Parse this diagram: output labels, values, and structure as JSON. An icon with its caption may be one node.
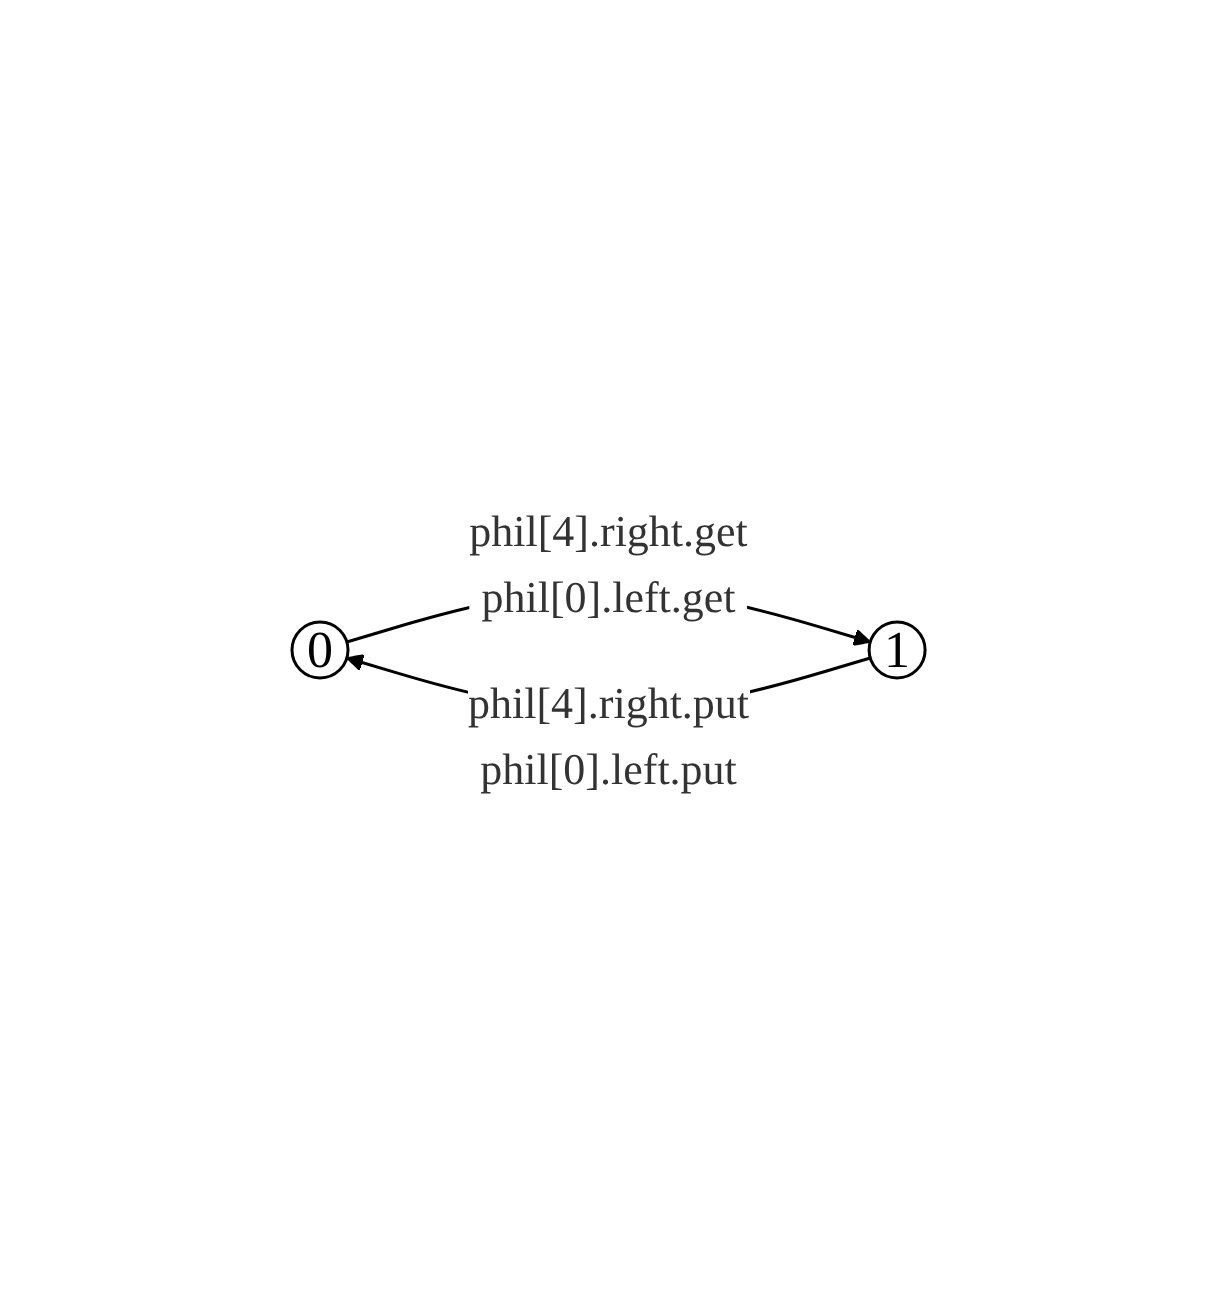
{
  "diagram": {
    "nodes": [
      {
        "text": [
          "0"
        ]
      },
      {
        "text": [
          "1"
        ]
      }
    ],
    "edges": [
      {
        "from": 0,
        "to": 1,
        "arrow": "to",
        "label": "phil[4].right.get phil[0].left.get"
      },
      {
        "from": 1,
        "to": 0,
        "arrow": "to",
        "label": "phil[4].right.put phil[0].left.put"
      }
    ]
  }
}
